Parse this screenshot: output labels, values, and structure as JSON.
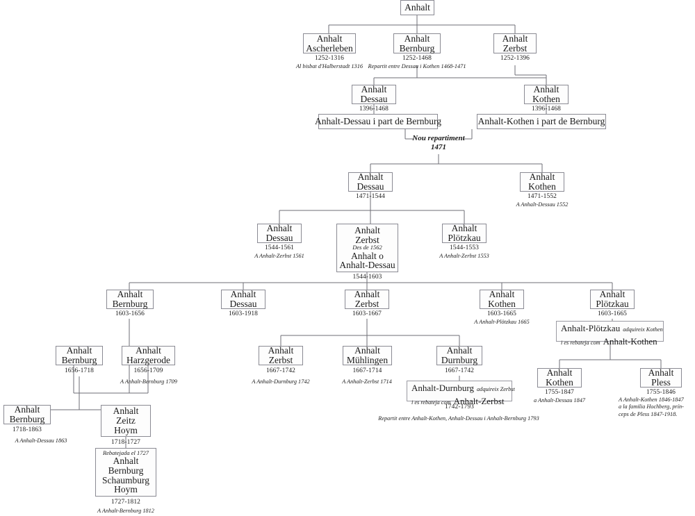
{
  "diagram": {
    "title": "Anhalt",
    "language": "ca",
    "root": {
      "name": "Anhalt"
    },
    "tier1": [
      {
        "name_l1": "Anhalt",
        "name_l2": "Ascherleben",
        "dates": "1252-1316",
        "note": "Al bisbat d'Halberstadt 1316"
      },
      {
        "name_l1": "Anhalt",
        "name_l2": "Bernburg",
        "dates": "1252-1468",
        "note": "Repartit entre Dessau i Kothen 1468-1471"
      },
      {
        "name_l1": "Anhalt",
        "name_l2": "Zerbst",
        "dates": "1252-1396",
        "note": ""
      }
    ],
    "tier2": [
      {
        "name_l1": "Anhalt",
        "name_l2": "Dessau",
        "dates": "1396-1468"
      },
      {
        "name_l1": "Anhalt",
        "name_l2": "Kothen",
        "dates": "1396-1468"
      }
    ],
    "partition_boxes": [
      {
        "text": "Anhalt-Dessau i part de Bernburg"
      },
      {
        "text": "Anhalt-Kothen i part de Bernburg"
      }
    ],
    "repartition_label": {
      "line1": "Nou repartiment",
      "line2": "1471"
    },
    "tier3": [
      {
        "name_l1": "Anhalt",
        "name_l2": "Dessau",
        "dates": "1471-1544",
        "note": ""
      },
      {
        "name_l1": "Anhalt",
        "name_l2": "Kothen",
        "dates": "1471-1552",
        "note": "A Anhalt-Dessau 1552"
      }
    ],
    "tier4": [
      {
        "name_l1": "Anhalt",
        "name_l2": "Dessau",
        "dates": "1544-1561",
        "note": "A Anhalt-Zerbst 1561"
      },
      {
        "name_l1": "Anhalt",
        "name_l2": "Zerbst",
        "sub_it": "Des de 1562",
        "name_l3": "Anhalt o",
        "name_l4": "Anhalt-Dessau",
        "dates": "1544-1603",
        "note": ""
      },
      {
        "name_l1": "Anhalt",
        "name_l2": "Plötzkau",
        "dates": "1544-1553",
        "note": "A Anhalt-Zerbst 1553"
      }
    ],
    "tier5": [
      {
        "name_l1": "Anhalt",
        "name_l2": "Bernburg",
        "dates": "1603-1656",
        "note": ""
      },
      {
        "name_l1": "Anhalt",
        "name_l2": "Dessau",
        "dates": "1603-1918",
        "note": ""
      },
      {
        "name_l1": "Anhalt",
        "name_l2": "Zerbst",
        "dates": "1603-1667",
        "note": ""
      },
      {
        "name_l1": "Anhalt",
        "name_l2": "Kothen",
        "dates": "1603-1665",
        "note": "A Anhalt-Plötzkau 1665"
      },
      {
        "name_l1": "Anhalt",
        "name_l2": "Plötzkau",
        "dates": "1603-1665",
        "note": ""
      }
    ],
    "merge_plotzkau": {
      "main1": "Anhalt-Plötzkau",
      "it1": "adquireix Kothen",
      "it2": "i es rebateja com",
      "main2": "Anhalt-Kothen"
    },
    "tier6": [
      {
        "name_l1": "Anhalt",
        "name_l2": "Bernburg",
        "dates": "1656-1718",
        "note": ""
      },
      {
        "name_l1": "Anhalt",
        "name_l2": "Harzgerode",
        "dates": "1656-1709",
        "note": "A Anhalt-Bernburg 1709"
      },
      {
        "name_l1": "Anhalt",
        "name_l2": "Zerbst",
        "dates": "1667-1742",
        "note": "A Anhalt-Durnburg 1742"
      },
      {
        "name_l1": "Anhalt",
        "name_l2": "Mühlingen",
        "dates": "1667-1714",
        "note": "A Anhalt-Zerbst 1714"
      },
      {
        "name_l1": "Anhalt",
        "name_l2": "Durnburg",
        "dates": "1667-1742",
        "note": ""
      },
      {
        "name_l1": "Anhalt",
        "name_l2": "Kothen",
        "dates": "1755-1847",
        "note": "a Anhalt-Dessau 1847"
      },
      {
        "name_l1": "Anhalt",
        "name_l2": "Pless",
        "dates": "1755-1846",
        "note_l1": "A Anhalt-Kothen 1846-1847",
        "note_l2": "a la familia Hochberg, prín-",
        "note_l3": "ceps de Pless  1847-1918."
      }
    ],
    "merge_durnburg": {
      "main1": "Anhalt-Durnburg",
      "it1": "adquireix Zerbst",
      "it2": "i es rebateja com",
      "main2": "Anhalt-Zerbst",
      "dates": "1742-1793",
      "note": "Repartit entre Anhalt-Kothen, Anhalt-Dessau i Anhalt-Bernburg 1793"
    },
    "tier7": [
      {
        "name_l1": "Anhalt",
        "name_l2": "Bernburg",
        "dates": "1718-1863",
        "note": "A Anhalt-Dessau 1863"
      },
      {
        "name_l1": "Anhalt",
        "name_l2": "Zeitz",
        "name_l3": "Hoym",
        "dates": "1718-1727",
        "note": ""
      }
    ],
    "rename_box": {
      "it": "Rebatejada el 1727",
      "l1": "Anhalt",
      "l2": "Bernburg",
      "l3": "Schaumburg",
      "l4": "Hoym",
      "dates": "1727-1812",
      "note": "A Anhalt-Bernburg 1812"
    },
    "colors": {
      "box_border": "#8a8a93",
      "line": "#6e6e76",
      "text": "#1a1a1a"
    }
  }
}
